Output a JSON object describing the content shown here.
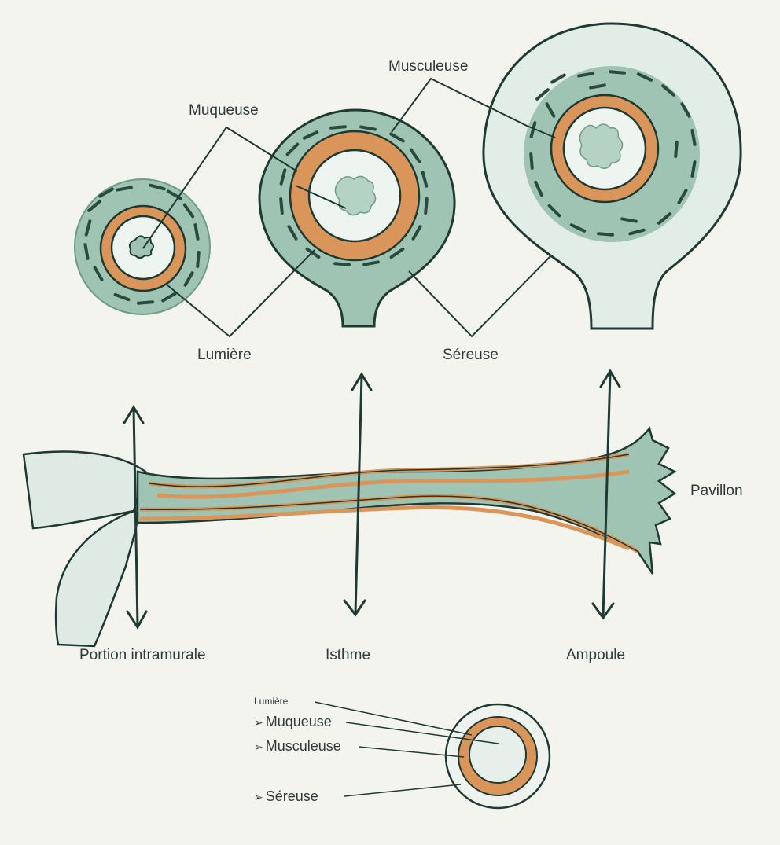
{
  "colors": {
    "background": "#f3f4ee",
    "ink": "#1f3a33",
    "serosa_green": "#9fc4b3",
    "muscle_dark": "#2a4a40",
    "mucosa_orange": "#d9955a",
    "lumen_pale": "#e6efe9",
    "tube_pale": "#dfeae4"
  },
  "labels": {
    "muscularis_top": "Musculeuse",
    "mucosa_top": "Muqueuse",
    "lumen_bottom": "Lumière",
    "serosa_bottom": "Séreuse",
    "pavilion": "Pavillon",
    "intramural": "Portion intramurale",
    "isthmus": "Isthme",
    "ampulla": "Ampoule"
  },
  "legend": {
    "arrow_icon": "➢",
    "lumen": "Lumière",
    "mucosa": "Muqueuse",
    "muscularis": "Musculeuse",
    "serosa": "Séreuse"
  }
}
